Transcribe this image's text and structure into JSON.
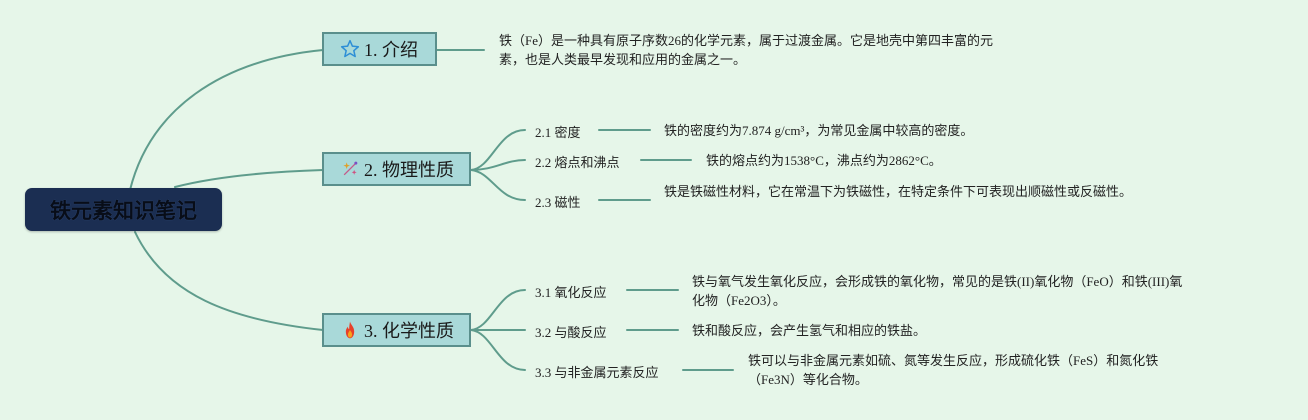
{
  "root": {
    "title": "铁元素知识笔记"
  },
  "branches": [
    {
      "label": "1. 介绍",
      "icon": "star-icon",
      "description": "铁（Fe）是一种具有原子序数26的化学元素，属于过渡金属。它是地壳中第四丰富的元素，也是人类最早发现和应用的金属之一。"
    },
    {
      "label": "2. 物理性质",
      "icon": "sparkles-icon",
      "children": [
        {
          "label": "2.1 密度",
          "description": "铁的密度约为7.874 g/cm³，为常见金属中较高的密度。"
        },
        {
          "label": "2.2 熔点和沸点",
          "description": "铁的熔点约为1538°C，沸点约为2862°C。"
        },
        {
          "label": "2.3 磁性",
          "description": "铁是铁磁性材料，它在常温下为铁磁性，在特定条件下可表现出顺磁性或反磁性。"
        }
      ]
    },
    {
      "label": "3. 化学性质",
      "icon": "fire-icon",
      "children": [
        {
          "label": "3.1 氧化反应",
          "description": "铁与氧气发生氧化反应，会形成铁的氧化物，常见的是铁(II)氧化物（FeO）和铁(III)氧化物（Fe2O3）。"
        },
        {
          "label": "3.2 与酸反应",
          "description": "铁和酸反应，会产生氢气和相应的铁盐。"
        },
        {
          "label": "3.3 与非金属元素反应",
          "description": "铁可以与非金属元素如硫、氮等发生反应，形成硫化铁（FeS）和氮化铁（Fe3N）等化合物。"
        }
      ]
    }
  ],
  "colors": {
    "background": "#e6f6e9",
    "root_fill": "#1b2e52",
    "branch_fill": "#a9d9d9",
    "branch_border": "#5a8f8c",
    "connector": "#5f9c8c"
  }
}
